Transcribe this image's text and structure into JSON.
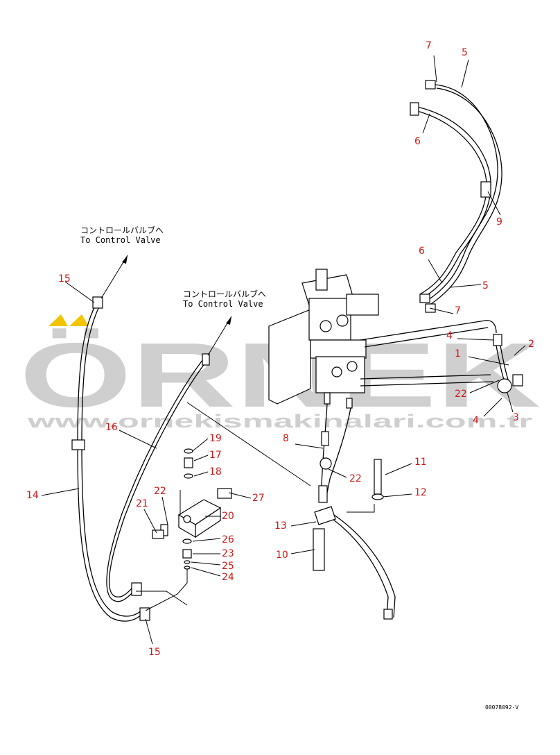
{
  "watermark": {
    "brand": "ÖRNEK",
    "url": "www.ornekismakinalari.com.tr",
    "accent_color": "#f3c400",
    "text_color": "#cfcfcf"
  },
  "notes": [
    {
      "jp": "コントロールバルブへ",
      "en": "To Control Valve"
    },
    {
      "jp": "コントロールバルブへ",
      "en": "To Control Valve"
    }
  ],
  "callouts": [
    "1",
    "2",
    "3",
    "4",
    "4",
    "5",
    "5",
    "6",
    "6",
    "7",
    "7",
    "8",
    "9",
    "10",
    "11",
    "12",
    "13",
    "14",
    "15",
    "15",
    "16",
    "17",
    "18",
    "19",
    "20",
    "21",
    "22",
    "22",
    "22",
    "23",
    "24",
    "25",
    "26",
    "27"
  ],
  "document_id": "00078092-V",
  "colors": {
    "callout": "#d01818",
    "line": "#000000"
  }
}
